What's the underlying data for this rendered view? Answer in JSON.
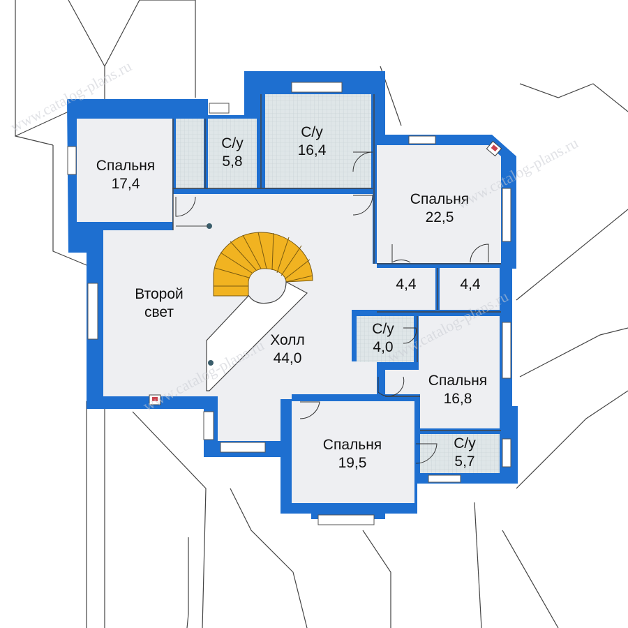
{
  "plan": {
    "colors": {
      "wall": "#1e6fd0",
      "floor": "#eeeff2",
      "bathroom_tile": "#d9e1e4",
      "stairs": "#f1b321",
      "roof_lines": "#444444",
      "watermark": "#c9ccd3"
    },
    "rooms": [
      {
        "id": "bedroom-1",
        "name": "Спальня",
        "area": "17,4"
      },
      {
        "id": "bath-1",
        "name": "С/у",
        "area": "5,8"
      },
      {
        "id": "bath-2",
        "name": "С/у",
        "area": "16,4"
      },
      {
        "id": "bedroom-2",
        "name": "Спальня",
        "area": "22,5"
      },
      {
        "id": "closet-1",
        "name": "",
        "area": "4,4"
      },
      {
        "id": "closet-2",
        "name": "",
        "area": "4,4"
      },
      {
        "id": "void",
        "name": "Второй",
        "area": "свет"
      },
      {
        "id": "hall",
        "name": "Холл",
        "area": "44,0"
      },
      {
        "id": "bath-3",
        "name": "С/у",
        "area": "4,0"
      },
      {
        "id": "bedroom-3",
        "name": "Спальня",
        "area": "16,8"
      },
      {
        "id": "bedroom-4",
        "name": "Спальня",
        "area": "19,5"
      },
      {
        "id": "bath-4",
        "name": "С/у",
        "area": "5,7"
      }
    ],
    "watermark": "www.catalog-plans.ru"
  }
}
